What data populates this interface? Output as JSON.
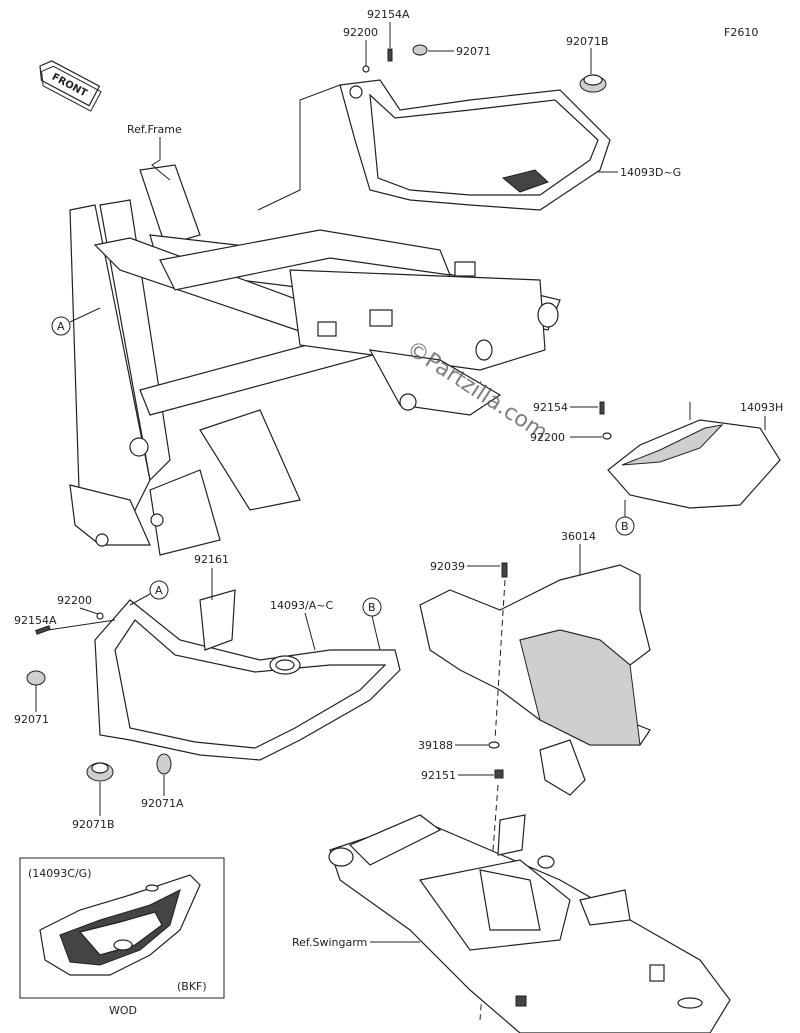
{
  "figure_code": "F2610",
  "front_badge": "FRONT",
  "watermark": "Partzilla.com",
  "watermark_symbol": "©",
  "callouts": {
    "ref_frame": "Ref.Frame",
    "ref_swingarm": "Ref.Swingarm",
    "marker_a": "A",
    "marker_b": "B"
  },
  "part_labels": {
    "p92154A_top": "92154A",
    "p92200_top": "92200",
    "p92071_top": "92071",
    "p92071B_top": "92071B",
    "p14093DG": "14093D~G",
    "p92154_mid": "92154",
    "p92200_mid": "92200",
    "p14093H": "14093H",
    "p36014": "36014",
    "p92039": "92039",
    "p92161": "92161",
    "p92200_left": "92200",
    "p92154A_left": "92154A",
    "p14093AC": "14093/A~C",
    "p92071_left": "92071",
    "p92071B_bot": "92071B",
    "p92071A": "92071A",
    "p39188": "39188",
    "p92151": "92151"
  },
  "inset": {
    "header": "(14093C/G)",
    "footer": "(BKF)",
    "caption": "WOD"
  },
  "colors": {
    "line": "#222222",
    "fill": "#ffffff",
    "shade": "#cfcfcf"
  }
}
